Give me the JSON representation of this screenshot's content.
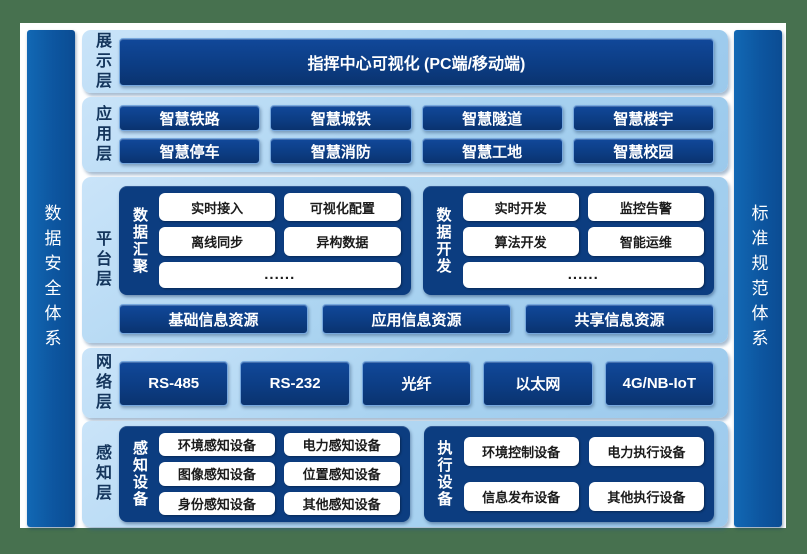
{
  "colors": {
    "background_green": "#47714F",
    "board_white": "#FFFFFF",
    "panel_light_blue": "#A8D2F0",
    "button_navy": "#0C3D80",
    "sidebar_blue": "#0D56A0",
    "label_text": "#14355C"
  },
  "sidebars": {
    "left": "数据安全体系",
    "right": "标准规范体系"
  },
  "layers": [
    {
      "label": "展示层",
      "button": "指挥中心可视化 (PC端/移动端)"
    },
    {
      "label": "应用层",
      "buttons": [
        "智慧铁路",
        "智慧城铁",
        "智慧隧道",
        "智慧楼宇",
        "智慧停车",
        "智慧消防",
        "智慧工地",
        "智慧校园"
      ]
    },
    {
      "label": "平台层",
      "groups": [
        {
          "label": "数据汇聚",
          "items": [
            "实时接入",
            "可视化配置",
            "离线同步",
            "异构数据"
          ],
          "more": "......"
        },
        {
          "label": "数据开发",
          "items": [
            "实时开发",
            "监控告警",
            "算法开发",
            "智能运维"
          ],
          "more": "......"
        }
      ],
      "resources": [
        "基础信息资源",
        "应用信息资源",
        "共享信息资源"
      ]
    },
    {
      "label": "网络层",
      "buttons": [
        "RS-485",
        "RS-232",
        "光纤",
        "以太网",
        "4G/NB-IoT"
      ]
    },
    {
      "label": "感知层",
      "groups": [
        {
          "label": "感知设备",
          "items": [
            "环境感知设备",
            "电力感知设备",
            "图像感知设备",
            "位置感知设备",
            "身份感知设备",
            "其他感知设备"
          ]
        },
        {
          "label": "执行设备",
          "items": [
            "环境控制设备",
            "电力执行设备",
            "信息发布设备",
            "其他执行设备"
          ]
        }
      ]
    }
  ]
}
